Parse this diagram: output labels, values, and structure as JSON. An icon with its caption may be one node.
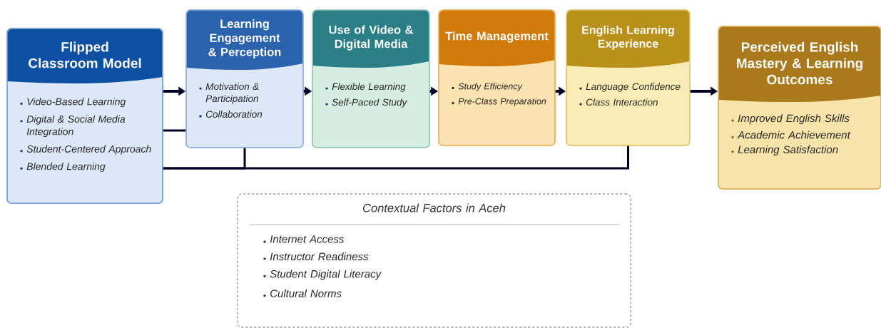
{
  "diagram": {
    "nodes": [
      {
        "text": [
          "Flipped Classroom Model",
          "Video-Based Learning",
          "Digital & Social Media Integration",
          "Student-Centered Approach",
          "Blended Learning"
        ]
      },
      {
        "text": [
          "Learning Engagement & Perception",
          "Motivation & Participation",
          "Collaboration"
        ]
      },
      {
        "text": [
          "Use of Video & Digital Media",
          "Flexible Learning",
          "Self-Paced Study"
        ]
      },
      {
        "text": [
          "Time Management",
          "Study Efficiency",
          "Pre-Class Preparation"
        ]
      },
      {
        "text": [
          "English Learning Experience",
          "Language Confidence",
          "Class Interaction"
        ]
      },
      {
        "text": [
          "Perceived English Mastery & Learning Outcomes",
          "Improved English Skills",
          "Academic Achievement",
          "Learning Satisfaction"
        ]
      },
      {
        "text": [
          "Contextual Factors in Aceh",
          "Internet Access",
          "Instructor Readiness",
          "Student Digital Literacy",
          "Cultural Norms"
        ]
      }
    ],
    "edges": [
      {
        "from": 0,
        "to": 1,
        "arrow": "to"
      },
      {
        "from": 1,
        "to": 2,
        "arrow": "to"
      },
      {
        "from": 2,
        "to": 3,
        "arrow": "to"
      },
      {
        "from": 3,
        "to": 4,
        "arrow": "to"
      },
      {
        "from": 4,
        "to": 5,
        "arrow": "to"
      },
      {
        "from": 0,
        "to": 1,
        "arrow": "none"
      },
      {
        "from": 0,
        "to": 1,
        "arrow": "none"
      },
      {
        "from": 0,
        "to": 4,
        "arrow": "none"
      }
    ]
  }
}
